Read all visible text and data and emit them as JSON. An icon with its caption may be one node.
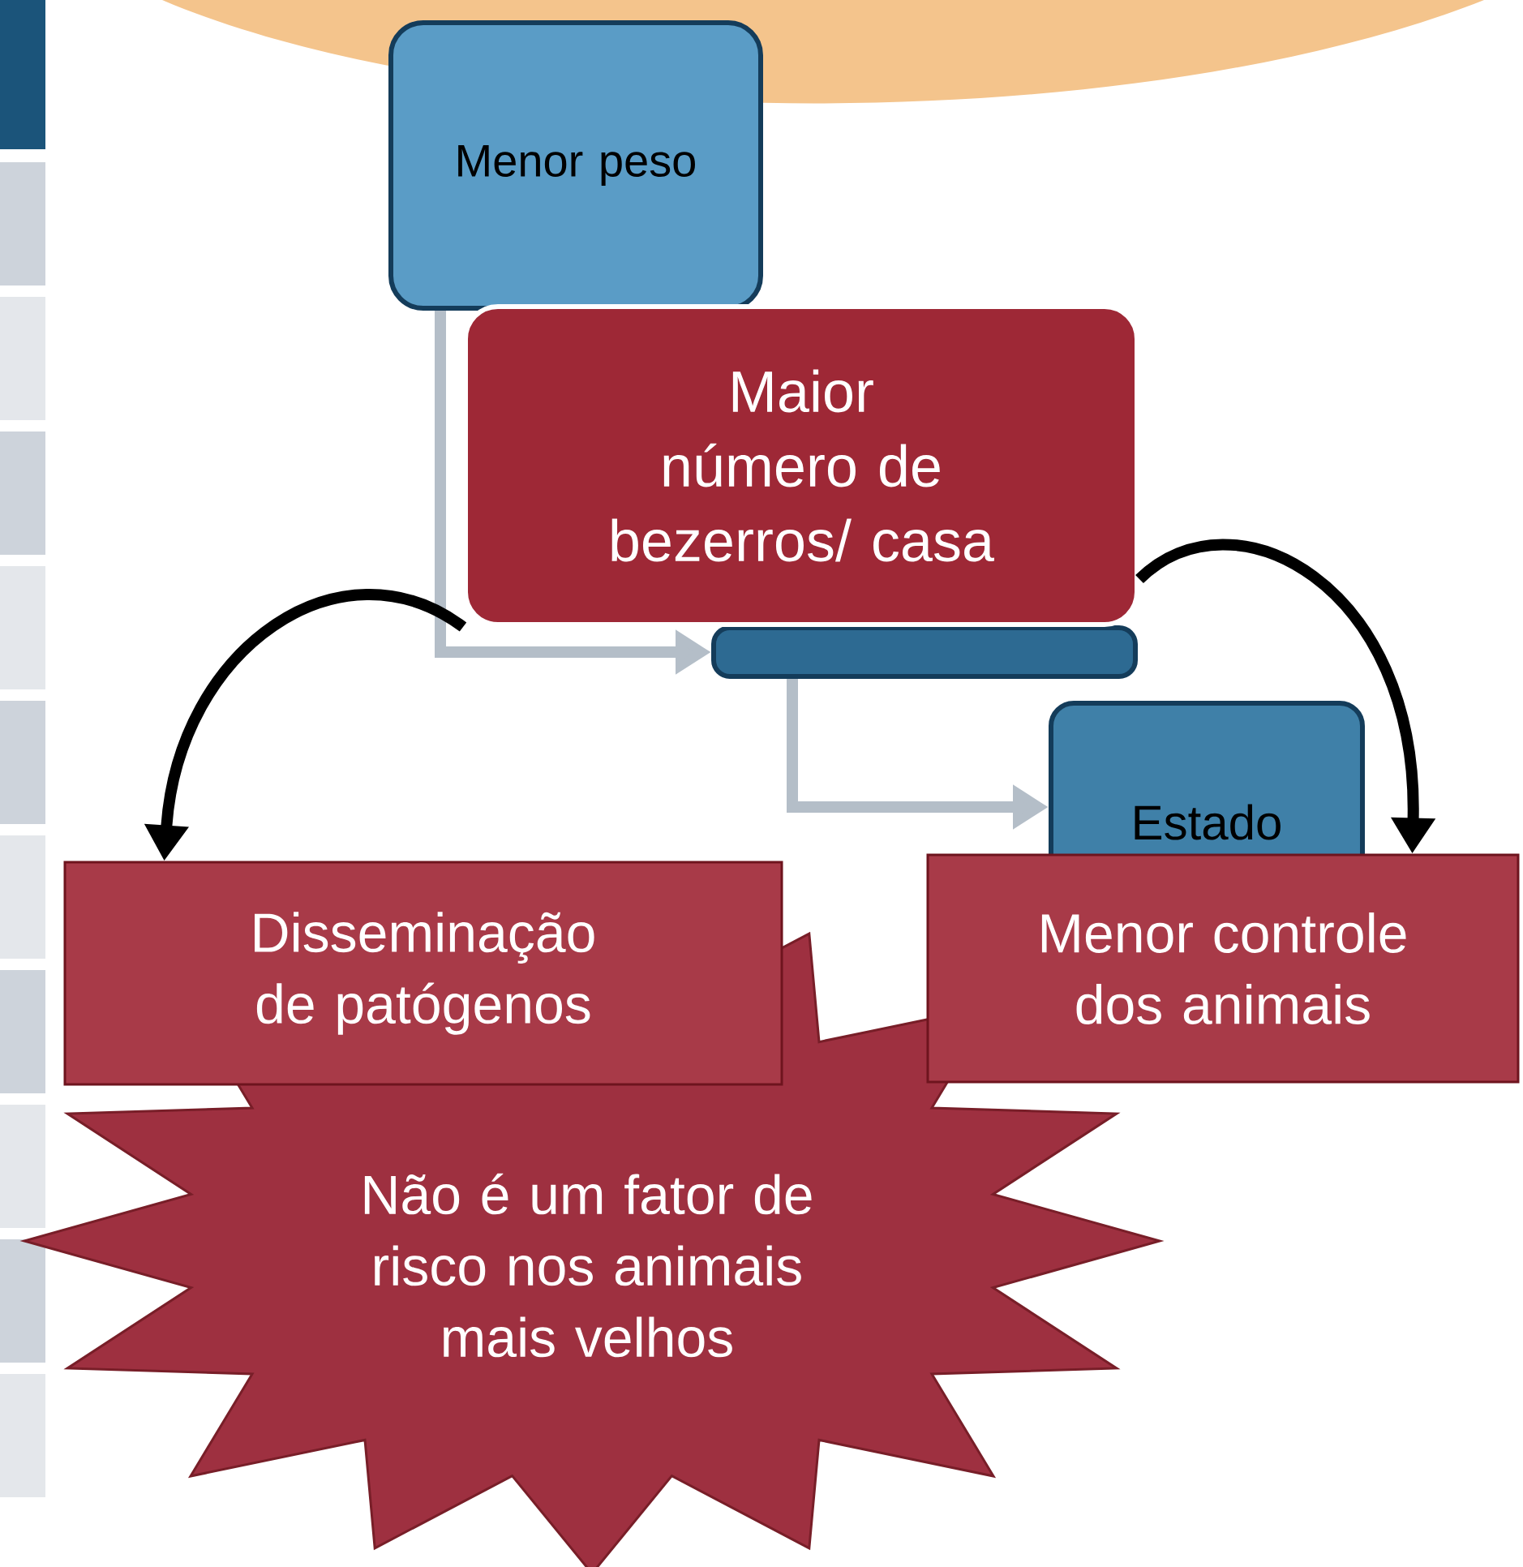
{
  "diagram": {
    "nodes": [
      {
        "text": [
          "Menor peso"
        ]
      },
      {
        "text": [],
        "shape": "box"
      },
      {
        "text": [
          "Maior número de bezerros/ casa"
        ]
      },
      {
        "text": [
          "Estado"
        ]
      },
      {
        "text": [
          "Disseminação de patógenos"
        ]
      },
      {
        "text": [
          "Menor controle dos animais"
        ]
      },
      {
        "text": [
          "Não é  um fator de risco nos animais mais velhos"
        ]
      }
    ],
    "edges": [
      {
        "from": 0,
        "to": 1,
        "arrow": "to",
        "color": "#b4bec8"
      },
      {
        "from": 1,
        "to": 3,
        "arrow": "to",
        "color": "#b4bec8"
      },
      {
        "from": 2,
        "to": 4,
        "arrow": "to",
        "color": "#000000"
      },
      {
        "from": 2,
        "to": 5,
        "arrow": "to",
        "color": "#000000"
      }
    ]
  }
}
